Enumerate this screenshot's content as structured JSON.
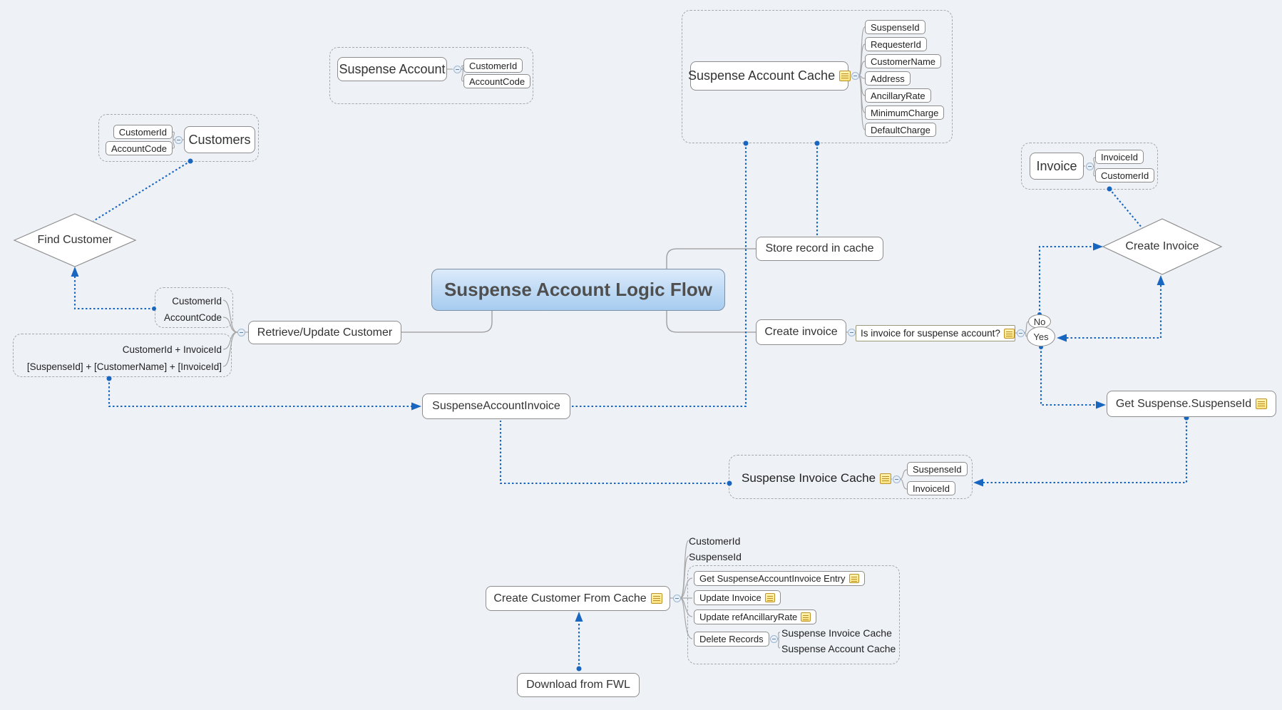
{
  "central": {
    "title": "Suspense Account Logic Flow"
  },
  "suspense_account": {
    "label": "Suspense Account",
    "fields": [
      "CustomerId",
      "AccountCode"
    ]
  },
  "customers": {
    "label": "Customers",
    "fields": [
      "CustomerId",
      "AccountCode"
    ]
  },
  "find_customer": {
    "label": "Find Customer"
  },
  "retrieve": {
    "label": "Retrieve/Update Customer",
    "inputs_a": [
      "CustomerId",
      "AccountCode"
    ],
    "inputs_b": [
      "CustomerId + InvoiceId",
      "[SuspenseId] + [CustomerName] + [InvoiceId]"
    ]
  },
  "cache": {
    "label": "Suspense Account Cache",
    "fields": [
      "SuspenseId",
      "RequesterId",
      "CustomerName",
      "Address",
      "AncillaryRate",
      "MinimumCharge",
      "DefaultCharge"
    ]
  },
  "store_record": {
    "label": "Store record in cache"
  },
  "create_invoice_task": {
    "label": "Create invoice",
    "question": "Is invoice for suspense account?",
    "answers": [
      "No",
      "Yes"
    ]
  },
  "invoice": {
    "label": "Invoice",
    "fields": [
      "InvoiceId",
      "CustomerId"
    ]
  },
  "create_invoice_decision": {
    "label": "Create Invoice"
  },
  "get_suspense": {
    "label": "Get Suspense.SuspenseId"
  },
  "suspense_account_invoice": {
    "label": "SuspenseAccountInvoice"
  },
  "suspense_invoice_cache": {
    "label": "Suspense Invoice Cache",
    "fields": [
      "SuspenseId",
      "InvoiceId"
    ]
  },
  "create_customer": {
    "label": "Create Customer From Cache",
    "params": [
      "CustomerId",
      "SuspenseId"
    ],
    "steps": [
      "Get SuspenseAccountInvoice Entry",
      "Update Invoice",
      "Update refAncillaryRate",
      "Delete Records"
    ],
    "delete_targets": [
      "Suspense Invoice Cache",
      "Suspense Account Cache"
    ]
  },
  "download": {
    "label": "Download from FWL"
  },
  "colors": {
    "background": "#eef1f6",
    "relationship": "#1966c0",
    "connector": "#9a9a9a",
    "central_gradient_top": "#dcebfb",
    "central_gradient_bottom": "#a6ccf0",
    "note_icon": "#fbe27f"
  }
}
